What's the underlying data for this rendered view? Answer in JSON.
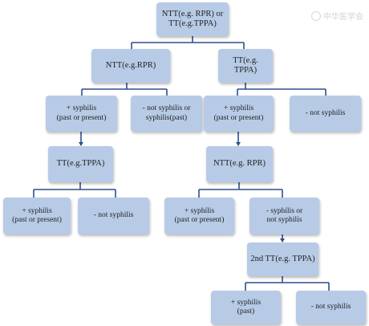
{
  "nodes": {
    "root": "NTT(e.g. RPR) or\nTT(e.g.TPPA)",
    "ntt_first": "NTT(e.g.RPR)",
    "tt_first": "TT(e.g. TPPA)",
    "ntt_pos": "+ syphilis\n(past or present)",
    "ntt_neg": "- not syphilis or\nsyphilis(past)",
    "tt_pos": "+ syphilis\n(past or present)",
    "tt_neg": "- not syphilis",
    "ntt_confirm_tt": "TT(e.g.TPPA)",
    "tt_confirm_ntt": "NTT(e.g. RPR)",
    "ntt_tt_pos": "+ syphilis\n(past or present)",
    "ntt_tt_neg": "- not syphilis",
    "tt_ntt_pos": "+ syphilis\n(past or present)",
    "tt_ntt_neg": "- syphilis or\nnot syphilis",
    "second_tt": "2nd TT(e.g. TPPA)",
    "second_tt_pos": "+ syphilis\n(past)",
    "second_tt_neg": "- not syphilis"
  },
  "watermark": "中华医学会",
  "colors": {
    "box_fill": "#b7cbe6",
    "connector": "#2f4f8f"
  }
}
